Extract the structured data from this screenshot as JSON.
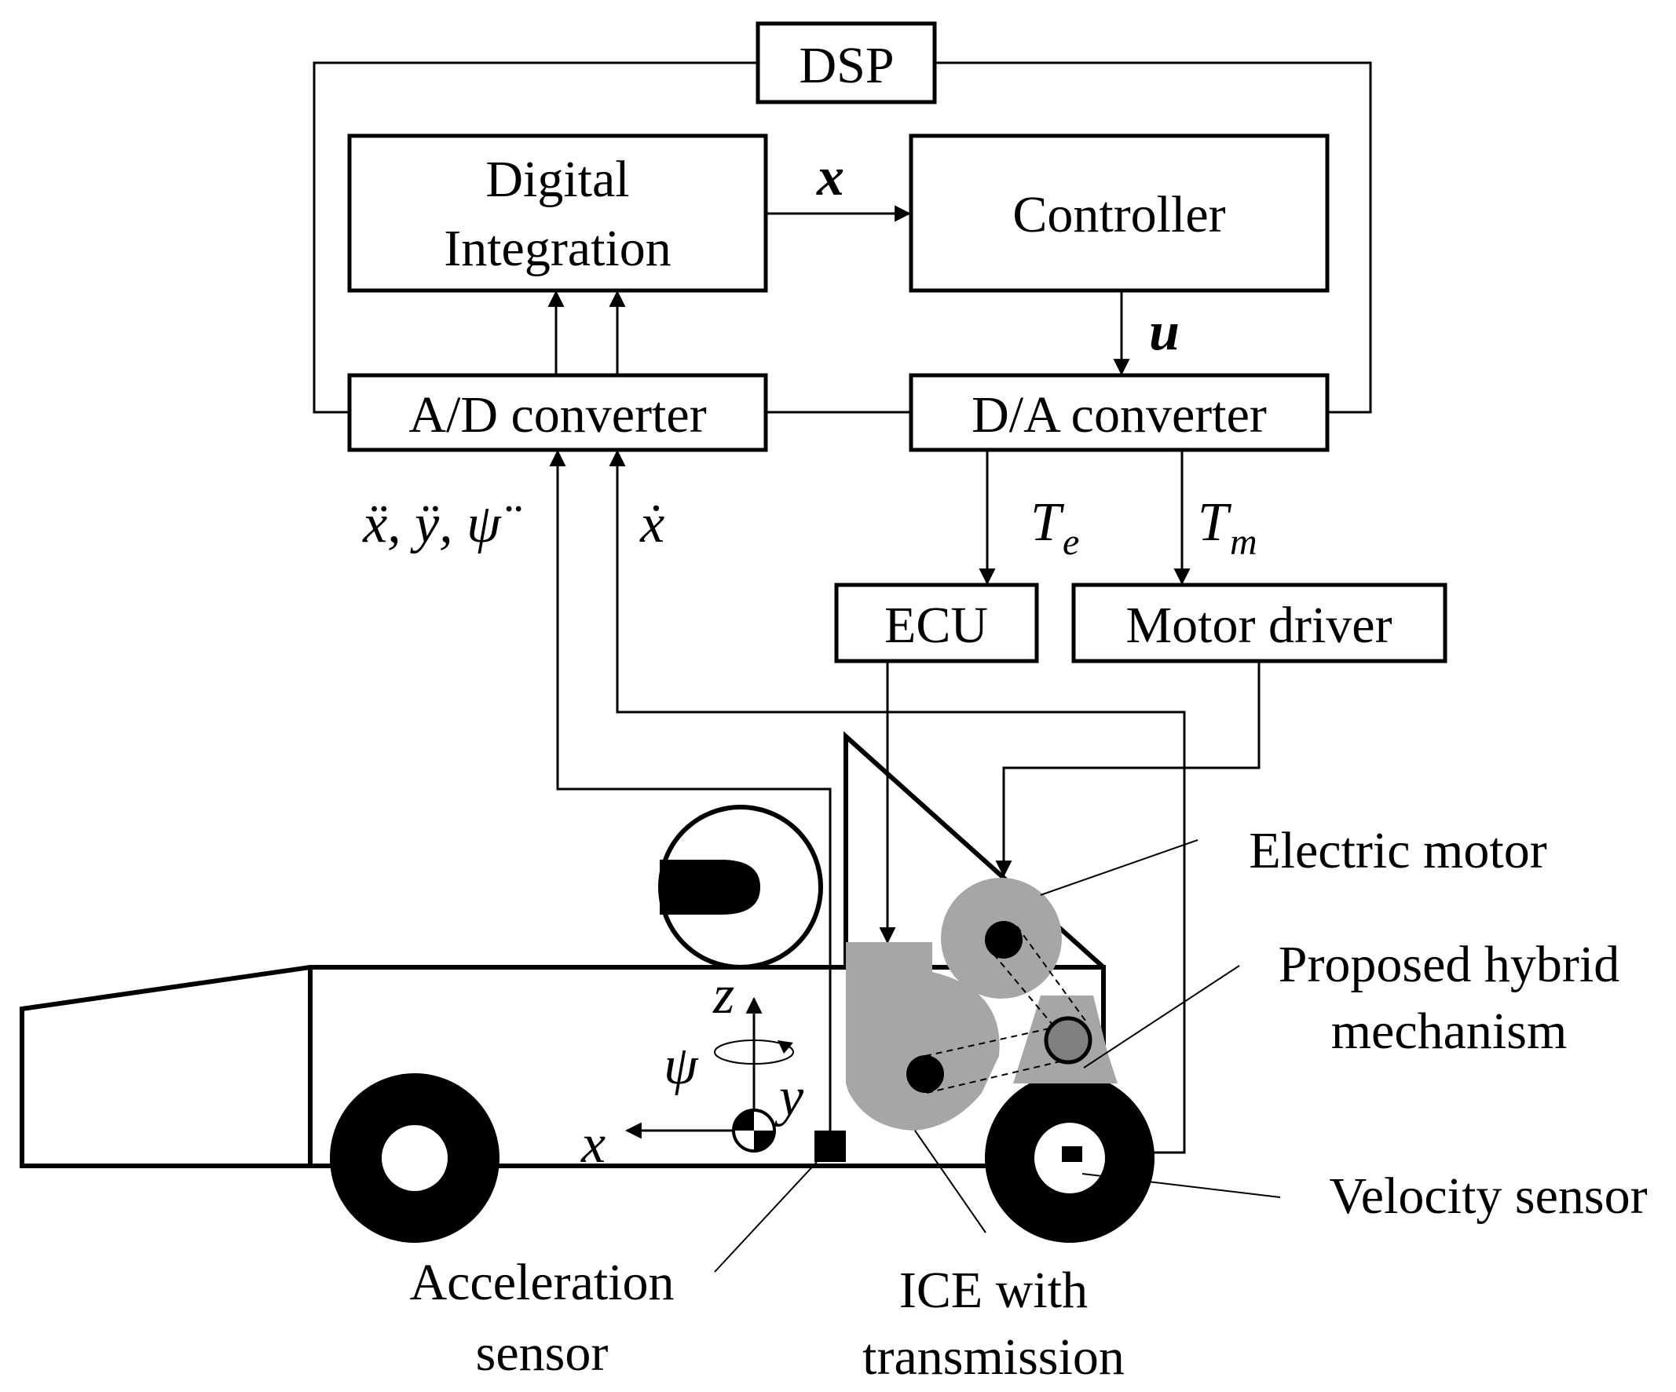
{
  "blocks": {
    "dsp": "DSP",
    "digital_integration": [
      "Digital",
      "Integration"
    ],
    "controller": "Controller",
    "ad_converter": "A/D converter",
    "da_converter": "D/A converter",
    "ecu": "ECU",
    "motor_driver": "Motor driver"
  },
  "signals": {
    "x": "x",
    "u": "u",
    "accelerations": "ẍ, ÿ, ψ̈",
    "velocity": "ẋ",
    "te_main": "T",
    "te_sub": "e",
    "tm_main": "T",
    "tm_sub": "m"
  },
  "components": {
    "electric_motor": "Electric motor",
    "hybrid_mechanism": [
      "Proposed hybrid",
      "mechanism"
    ],
    "velocity_sensor": "Velocity sensor",
    "acceleration_sensor": [
      "Acceleration",
      "sensor"
    ],
    "ice": [
      "ICE with",
      "transmission"
    ]
  },
  "axes": {
    "z": "z",
    "y": "y",
    "x": "x",
    "psi": "ψ"
  }
}
